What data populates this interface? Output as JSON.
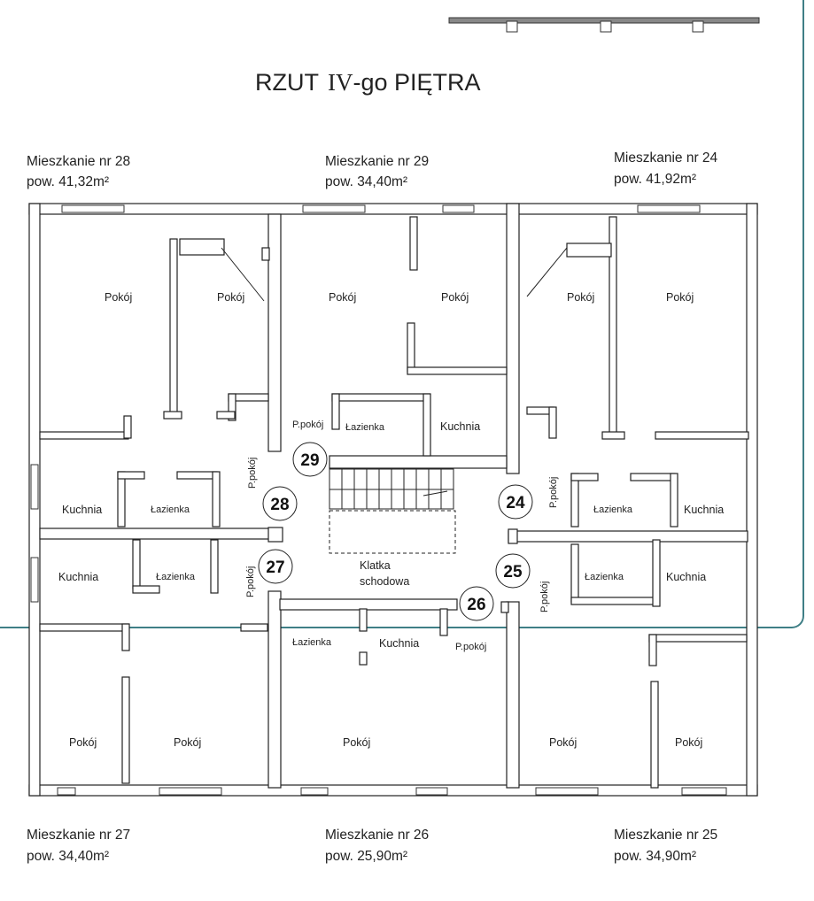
{
  "title": {
    "prefix": "RZUT",
    "roman": "IV",
    "suffix": "-go PIĘTRA"
  },
  "apartments": [
    {
      "name": "Mieszkanie nr 28",
      "area": "pow. 41,32m²"
    },
    {
      "name": "Mieszkanie nr 29",
      "area": "pow. 34,40m²"
    },
    {
      "name": "Mieszkanie nr 24",
      "area": "pow. 41,92m²"
    },
    {
      "name": "Mieszkanie nr 27",
      "area": "pow. 34,40m²"
    },
    {
      "name": "Mieszkanie nr 26",
      "area": "pow. 25,90m²"
    },
    {
      "name": "Mieszkanie nr 25",
      "area": "pow. 34,90m²"
    }
  ],
  "rooms": {
    "room": "Pokój",
    "kitchen": "Kuchnia",
    "bathroom": "Łazienka",
    "hall": "P.pokój"
  },
  "stairwell": {
    "line1": "Klatka",
    "line2": "schodowa"
  },
  "door_numbers": [
    "29",
    "28",
    "27",
    "24",
    "25",
    "26"
  ]
}
